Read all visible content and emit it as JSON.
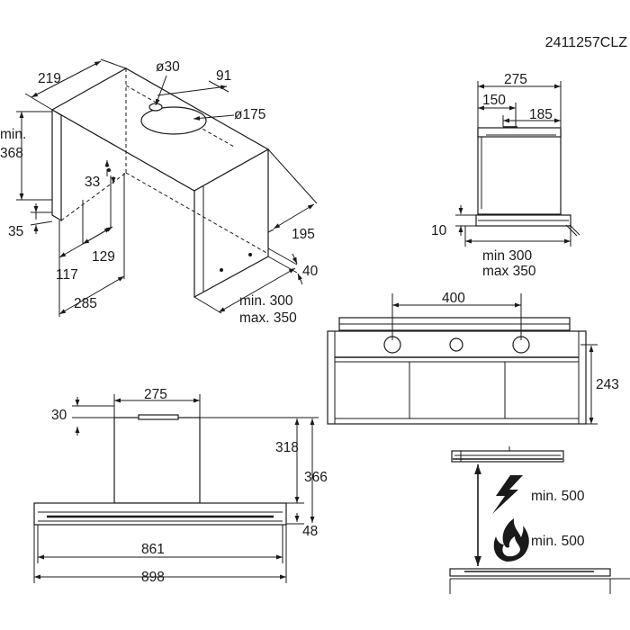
{
  "document": {
    "model_code": "2411257CLZ"
  },
  "view_isometric": {
    "labels": {
      "width_219": "219",
      "pipe_diameter_30": "ø30",
      "offset_91": "91",
      "duct_diameter_175": "ø175",
      "min_368_line1": "min.",
      "min_368_line2": "368",
      "dim_33": "33",
      "dim_35": "35",
      "dim_129": "129",
      "dim_117": "117",
      "dim_285": "285",
      "dim_195": "195",
      "dim_40": "40",
      "range_line1": "min. 300",
      "range_line2": "max. 350"
    }
  },
  "view_side": {
    "labels": {
      "top_width": "275",
      "left_part": "150",
      "right_part": "185",
      "bottom_height": "10",
      "range_line1": "min 300",
      "range_line2": "max 350"
    }
  },
  "view_rear": {
    "labels": {
      "holes_spacing": "400",
      "height": "243"
    }
  },
  "view_front": {
    "labels": {
      "chimney_width": "275",
      "top_gap": "30",
      "body_height": "318",
      "total_height": "366",
      "canopy_height": "48",
      "inner_width": "861",
      "outer_width": "898"
    }
  },
  "view_clearance": {
    "labels": {
      "electric_min": "min. 500",
      "gas_min": "min. 500"
    },
    "icons": [
      "lightning-icon",
      "flame-icon"
    ]
  }
}
